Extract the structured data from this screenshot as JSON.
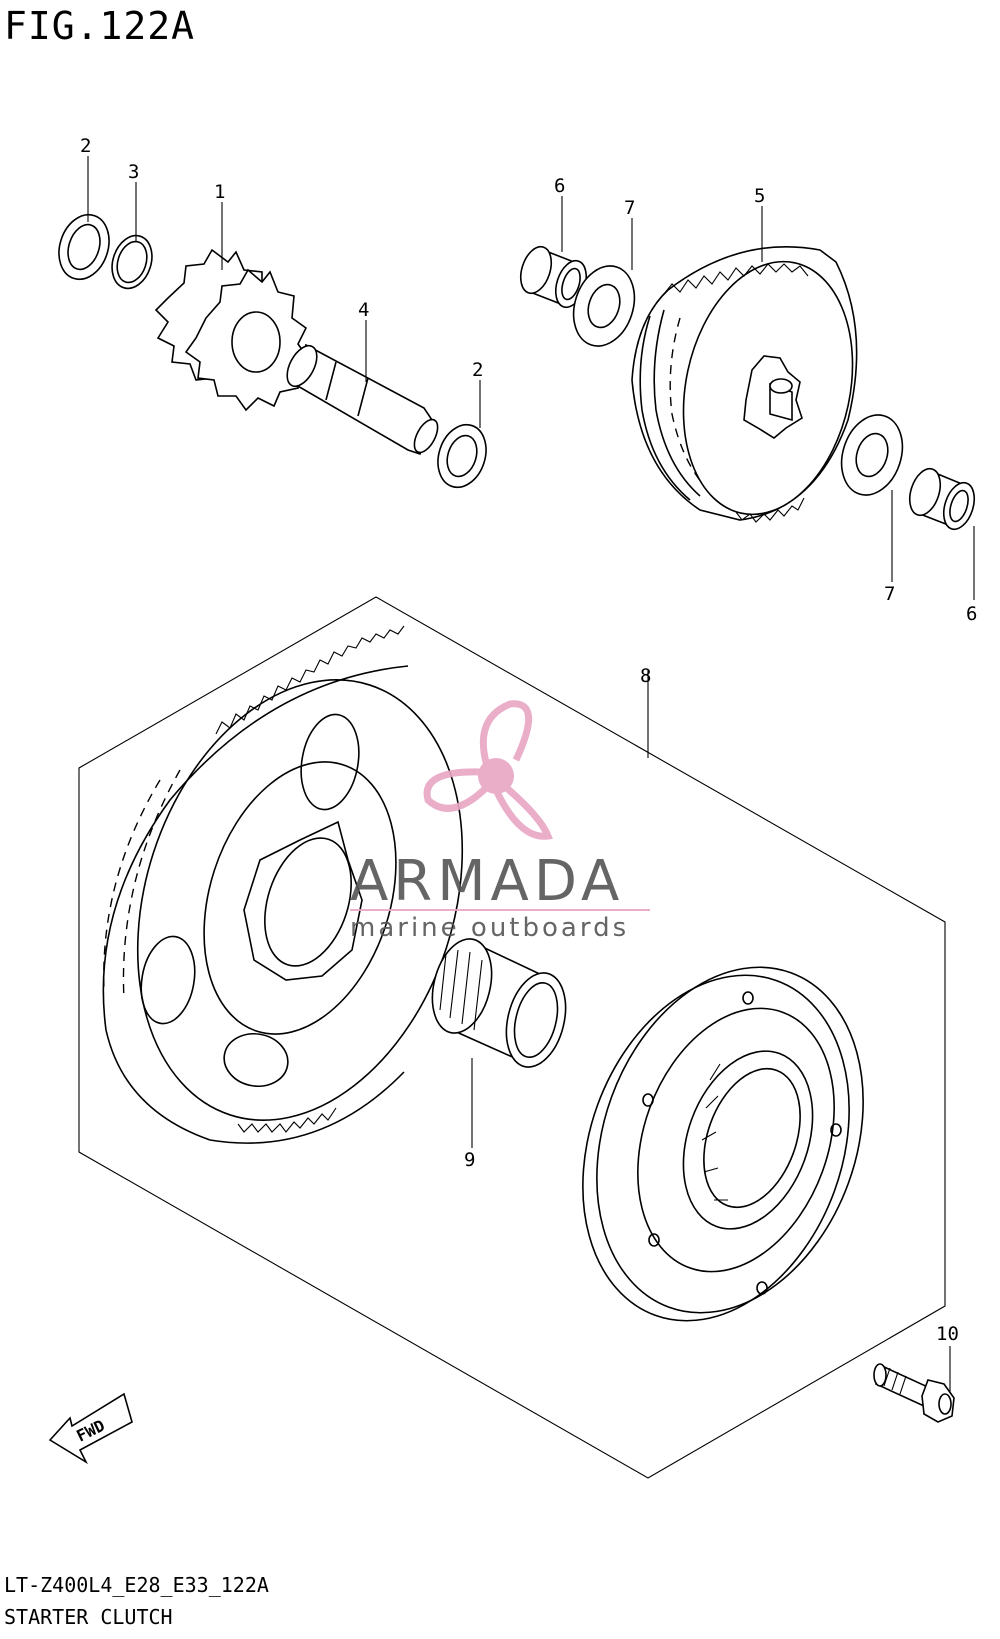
{
  "figure": {
    "title": "FIG.122A",
    "code": "LT-Z400L4_E28_E33_122A",
    "name": "STARTER CLUTCH"
  },
  "callouts": [
    "1",
    "2",
    "2",
    "3",
    "4",
    "5",
    "6",
    "6",
    "7",
    "7",
    "8",
    "9",
    "10"
  ],
  "direction_label": "FWD",
  "watermark": {
    "brand": "ARMADA",
    "tagline": "marine outboards",
    "accent_color": "#e8a6c4",
    "text_color": "#555555"
  }
}
